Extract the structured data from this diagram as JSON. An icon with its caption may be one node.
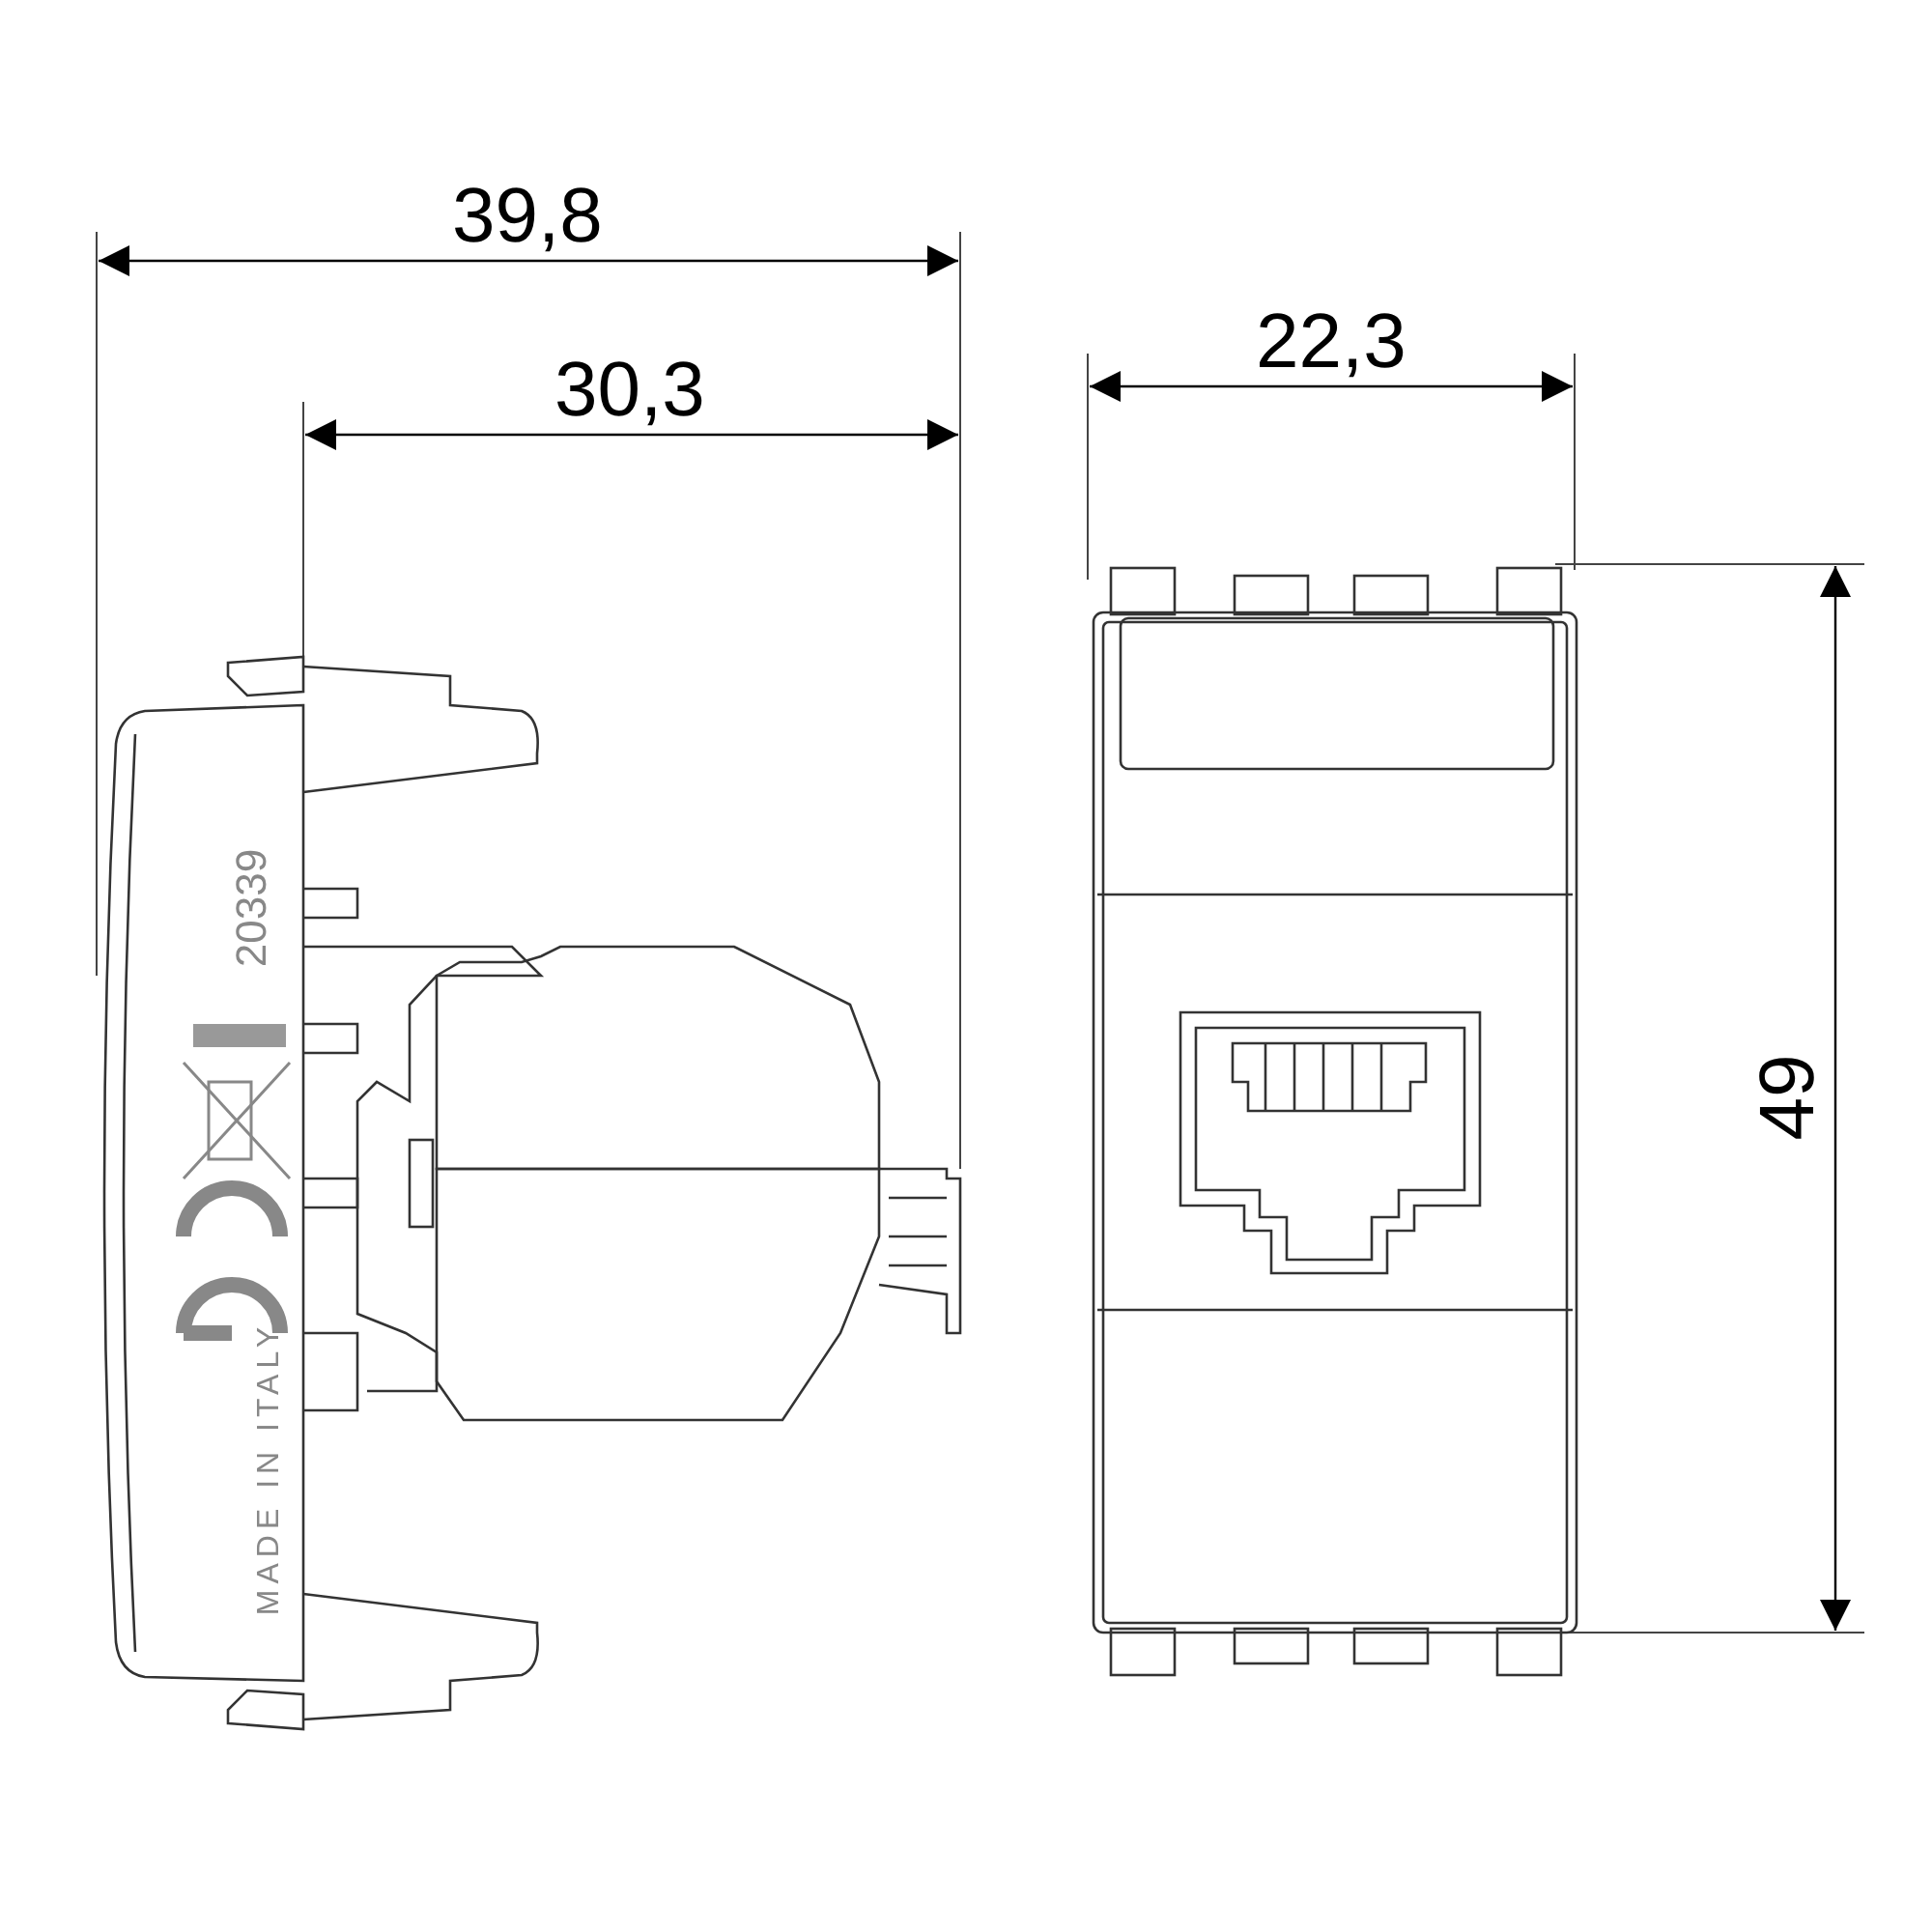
{
  "diagram": {
    "labels": [
      "39,8",
      "30,3",
      "22,3",
      "49",
      "20339",
      "MADE IN ITALY"
    ]
  }
}
